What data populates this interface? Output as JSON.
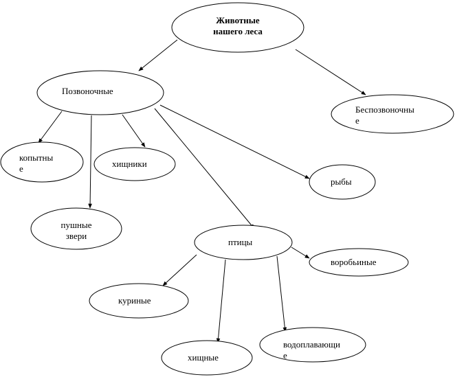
{
  "diagram": {
    "nodes": {
      "root": {
        "lines": [
          "Животные",
          "нашего леса"
        ]
      },
      "vertebrates": {
        "lines": [
          "Позвоночные"
        ]
      },
      "invertebrates": {
        "lines": [
          "Беспозвоночны",
          "е"
        ]
      },
      "ungulates": {
        "lines": [
          "копытны",
          "е"
        ]
      },
      "predators": {
        "lines": [
          "хищники"
        ]
      },
      "fur": {
        "lines": [
          "пушные",
          "звери"
        ]
      },
      "fish": {
        "lines": [
          "рыбы"
        ]
      },
      "birds": {
        "lines": [
          "птицы"
        ]
      },
      "passerines": {
        "lines": [
          "воробьиные"
        ]
      },
      "galliformes": {
        "lines": [
          "куриные"
        ]
      },
      "raptors": {
        "lines": [
          "хищные"
        ]
      },
      "waterfowl": {
        "lines": [
          "водоплавающи",
          "е"
        ]
      }
    }
  }
}
